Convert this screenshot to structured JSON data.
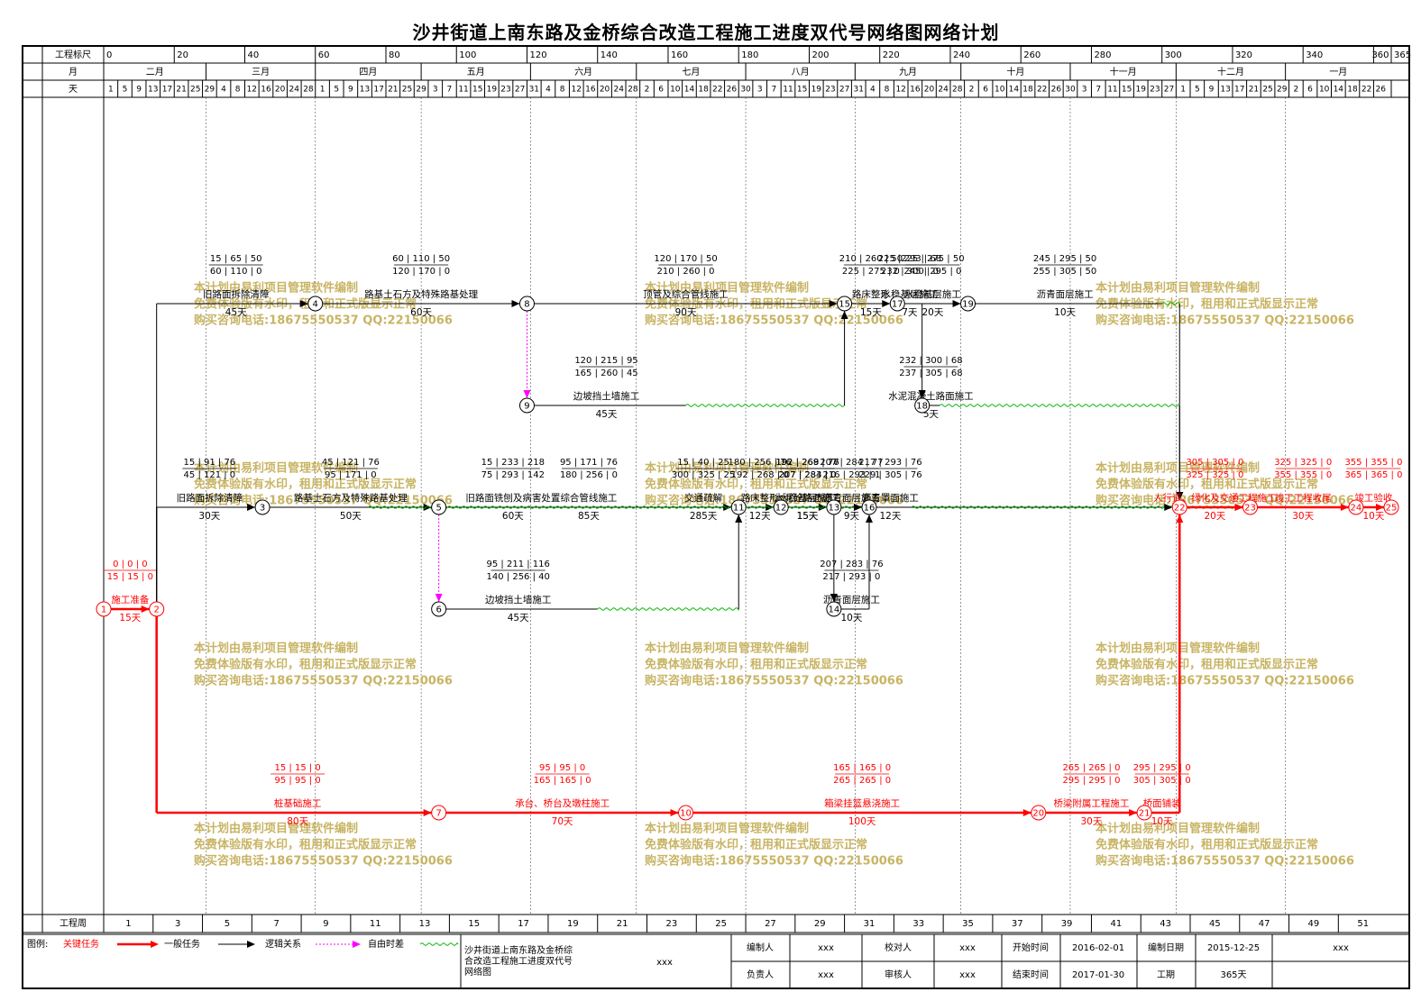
{
  "title": "沙井街道上南东路及金桥综合改造工程施工进度双代号网络图网络计划",
  "scale": {
    "label": "工程标尺",
    "ticks": [
      0,
      20,
      40,
      60,
      80,
      100,
      120,
      140,
      160,
      180,
      200,
      220,
      240,
      260,
      280,
      300,
      320,
      340,
      360,
      365
    ],
    "tick_labels": [
      "0",
      "20",
      "40",
      "60",
      "80",
      "100",
      "120",
      "140",
      "160",
      "180",
      "200",
      "220",
      "240",
      "260",
      "280",
      "300",
      "320",
      "340",
      "360",
      "365"
    ]
  },
  "month_row": {
    "label": "月",
    "months": [
      {
        "name": "二月",
        "start": 0,
        "days": 29
      },
      {
        "name": "三月",
        "start": 29,
        "days": 31
      },
      {
        "name": "四月",
        "start": 60,
        "days": 30
      },
      {
        "name": "五月",
        "start": 90,
        "days": 31
      },
      {
        "name": "六月",
        "start": 121,
        "days": 30
      },
      {
        "name": "七月",
        "start": 151,
        "days": 31
      },
      {
        "name": "八月",
        "start": 182,
        "days": 31
      },
      {
        "name": "九月",
        "start": 213,
        "days": 30
      },
      {
        "name": "十月",
        "start": 243,
        "days": 31
      },
      {
        "name": "十一月",
        "start": 274,
        "days": 30
      },
      {
        "name": "十二月",
        "start": 304,
        "days": 31
      },
      {
        "name": "一月",
        "start": 335,
        "days": 30
      }
    ]
  },
  "day_row": {
    "label": "天",
    "days": [
      {
        "d": "1",
        "t": 0
      },
      {
        "d": "5",
        "t": 4
      },
      {
        "d": "9",
        "t": 8
      },
      {
        "d": "13",
        "t": 12
      },
      {
        "d": "17",
        "t": 16
      },
      {
        "d": "21",
        "t": 20
      },
      {
        "d": "25",
        "t": 24
      },
      {
        "d": "29",
        "t": 28
      },
      {
        "d": "4",
        "t": 32
      },
      {
        "d": "8",
        "t": 36
      },
      {
        "d": "12",
        "t": 40
      },
      {
        "d": "16",
        "t": 44
      },
      {
        "d": "20",
        "t": 48
      },
      {
        "d": "24",
        "t": 52
      },
      {
        "d": "28",
        "t": 56
      },
      {
        "d": "1",
        "t": 60
      },
      {
        "d": "5",
        "t": 64
      },
      {
        "d": "9",
        "t": 68
      },
      {
        "d": "13",
        "t": 72
      },
      {
        "d": "17",
        "t": 76
      },
      {
        "d": "21",
        "t": 80
      },
      {
        "d": "25",
        "t": 84
      },
      {
        "d": "29",
        "t": 88
      },
      {
        "d": "3",
        "t": 92
      },
      {
        "d": "7",
        "t": 96
      },
      {
        "d": "11",
        "t": 100
      },
      {
        "d": "15",
        "t": 104
      },
      {
        "d": "19",
        "t": 108
      },
      {
        "d": "23",
        "t": 112
      },
      {
        "d": "27",
        "t": 116
      },
      {
        "d": "31",
        "t": 120
      },
      {
        "d": "4",
        "t": 124
      },
      {
        "d": "8",
        "t": 128
      },
      {
        "d": "12",
        "t": 132
      },
      {
        "d": "16",
        "t": 136
      },
      {
        "d": "20",
        "t": 140
      },
      {
        "d": "24",
        "t": 144
      },
      {
        "d": "28",
        "t": 148
      },
      {
        "d": "2",
        "t": 152
      },
      {
        "d": "6",
        "t": 156
      },
      {
        "d": "10",
        "t": 160
      },
      {
        "d": "14",
        "t": 164
      },
      {
        "d": "18",
        "t": 168
      },
      {
        "d": "22",
        "t": 172
      },
      {
        "d": "26",
        "t": 176
      },
      {
        "d": "30",
        "t": 180
      },
      {
        "d": "3",
        "t": 184
      },
      {
        "d": "7",
        "t": 188
      },
      {
        "d": "11",
        "t": 192
      },
      {
        "d": "15",
        "t": 196
      },
      {
        "d": "19",
        "t": 200
      },
      {
        "d": "23",
        "t": 204
      },
      {
        "d": "27",
        "t": 208
      },
      {
        "d": "31",
        "t": 212
      },
      {
        "d": "4",
        "t": 216
      },
      {
        "d": "8",
        "t": 220
      },
      {
        "d": "12",
        "t": 224
      },
      {
        "d": "16",
        "t": 228
      },
      {
        "d": "20",
        "t": 232
      },
      {
        "d": "24",
        "t": 236
      },
      {
        "d": "28",
        "t": 240
      },
      {
        "d": "2",
        "t": 244
      },
      {
        "d": "6",
        "t": 248
      },
      {
        "d": "10",
        "t": 252
      },
      {
        "d": "14",
        "t": 256
      },
      {
        "d": "18",
        "t": 260
      },
      {
        "d": "22",
        "t": 264
      },
      {
        "d": "26",
        "t": 268
      },
      {
        "d": "30",
        "t": 272
      },
      {
        "d": "3",
        "t": 276
      },
      {
        "d": "7",
        "t": 280
      },
      {
        "d": "11",
        "t": 284
      },
      {
        "d": "15",
        "t": 288
      },
      {
        "d": "19",
        "t": 292
      },
      {
        "d": "23",
        "t": 296
      },
      {
        "d": "27",
        "t": 300
      },
      {
        "d": "1",
        "t": 304
      },
      {
        "d": "5",
        "t": 308
      },
      {
        "d": "9",
        "t": 312
      },
      {
        "d": "13",
        "t": 316
      },
      {
        "d": "17",
        "t": 320
      },
      {
        "d": "21",
        "t": 324
      },
      {
        "d": "25",
        "t": 328
      },
      {
        "d": "29",
        "t": 332
      },
      {
        "d": "2",
        "t": 336
      },
      {
        "d": "6",
        "t": 340
      },
      {
        "d": "10",
        "t": 344
      },
      {
        "d": "14",
        "t": 348
      },
      {
        "d": "18",
        "t": 352
      },
      {
        "d": "22",
        "t": 356
      },
      {
        "d": "26",
        "t": 360
      }
    ]
  },
  "week_row": {
    "label": "工程周",
    "weeks": [
      "1",
      "3",
      "5",
      "7",
      "9",
      "11",
      "13",
      "15",
      "17",
      "19",
      "21",
      "23",
      "25",
      "27",
      "29",
      "31",
      "33",
      "35",
      "37",
      "39",
      "41",
      "43",
      "45",
      "47",
      "49",
      "51"
    ]
  },
  "nodes": [
    {
      "id": "1",
      "t": 0,
      "row": "r9",
      "crit": true
    },
    {
      "id": "2",
      "t": 15,
      "row": "r9",
      "crit": true
    },
    {
      "id": "3",
      "t": 45,
      "row": "r6"
    },
    {
      "id": "4",
      "t": 60,
      "row": "r2"
    },
    {
      "id": "5",
      "t": 95,
      "row": "r6"
    },
    {
      "id": "6",
      "t": 95,
      "row": "r8"
    },
    {
      "id": "7",
      "t": 95,
      "row": "r12",
      "crit": true
    },
    {
      "id": "8",
      "t": 120,
      "row": "r2"
    },
    {
      "id": "9",
      "t": 120,
      "row": "r4"
    },
    {
      "id": "10",
      "t": 165,
      "row": "r12",
      "crit": true
    },
    {
      "id": "11",
      "t": 180,
      "row": "r6"
    },
    {
      "id": "12",
      "t": 192,
      "row": "r6"
    },
    {
      "id": "13",
      "t": 207,
      "row": "r6"
    },
    {
      "id": "14",
      "t": 207,
      "row": "r8"
    },
    {
      "id": "15",
      "t": 210,
      "row": "r2"
    },
    {
      "id": "16",
      "t": 217,
      "row": "r6"
    },
    {
      "id": "17",
      "t": 225,
      "row": "r2"
    },
    {
      "id": "18",
      "t": 232,
      "row": "r4"
    },
    {
      "id": "19",
      "t": 245,
      "row": "r2"
    },
    {
      "id": "20",
      "t": 265,
      "row": "r12",
      "crit": true
    },
    {
      "id": "21",
      "t": 295,
      "row": "r12",
      "crit": true
    },
    {
      "id": "22",
      "t": 305,
      "row": "r6",
      "crit": true
    },
    {
      "id": "23",
      "t": 325,
      "row": "r6",
      "crit": true
    },
    {
      "id": "24",
      "t": 355,
      "row": "r6",
      "crit": true
    },
    {
      "id": "25",
      "t": 365,
      "row": "r6",
      "crit": true
    }
  ],
  "tasks": [
    {
      "name": "施工准备",
      "dur": "15天",
      "from": "1",
      "to": "2",
      "crit": true,
      "tl": "0 | 0 | 0",
      "bl": "15 | 15 | 0"
    },
    {
      "name": "旧路面拆除清障",
      "dur": "45天",
      "from": "2",
      "to": "4",
      "tl": "15 | 65 | 50",
      "bl": "60 | 110 | 0"
    },
    {
      "name": "路基土石方及特殊路基处理",
      "dur": "60天",
      "from": "4",
      "to": "8",
      "tl": "60 | 110 | 50",
      "bl": "120 | 170 | 0"
    },
    {
      "name": "顶管及综合管线施工",
      "dur": "90天",
      "from": "8",
      "to": "15",
      "tl": "120 | 170 | 50",
      "bl": "210 | 260 | 0"
    },
    {
      "name": "路床整形",
      "dur": "15天",
      "from": "15",
      "to": "17",
      "tl": "210 | 260 | 50",
      "bl": "225 | 275 | 0"
    },
    {
      "name": "水稳基层施工",
      "dur": "20天",
      "from": "17",
      "to": "19",
      "tl": "225 | 275 | 50",
      "bl": "245 | 295 | 0"
    },
    {
      "name": "沥青面层施工",
      "dur": "10天",
      "from": "19",
      "to": "22",
      "free_to": 300,
      "tl": "245 | 295 | 50",
      "bl": "255 | 305 | 50"
    },
    {
      "name": "交通疏解",
      "dur": "285天",
      "from": "2",
      "to": "23",
      "free_to": 300,
      "tl": "15 | 40 | 25",
      "bl": "300 | 325 | 25"
    },
    {
      "name": "边坡挡土墙施工",
      "dur": "45天",
      "from": "9",
      "to": "15",
      "free_to": 165,
      "tl": "120 | 215 | 95",
      "bl": "165 | 260 | 45"
    },
    {
      "name": "水稳基层施工",
      "dur": "7天",
      "from": "17",
      "to": "18",
      "tl": "225 | 293 | 68",
      "bl": "232 | 300 | 0"
    },
    {
      "name": "水泥混凝土路面施工",
      "dur": "5天",
      "from": "18",
      "to": "22",
      "free_to": 237,
      "tl": "232 | 300 | 68",
      "bl": "237 | 305 | 68"
    },
    {
      "name": "旧路面拆除清障",
      "dur": "30天",
      "from": "2",
      "to": "3",
      "tl": "15 | 91 | 76",
      "bl": "45 | 121 | 0"
    },
    {
      "name": "路基土石方及特殊路基处理",
      "dur": "50天",
      "from": "3",
      "to": "5",
      "tl": "45 | 121 | 76",
      "bl": "95 | 171 | 0"
    },
    {
      "name": "综合管线施工",
      "dur": "85天",
      "from": "5",
      "to": "11",
      "tl": "95 | 171 | 76",
      "bl": "180 | 256 | 0"
    },
    {
      "name": "路床整形",
      "dur": "12天",
      "from": "11",
      "to": "12",
      "tl": "180 | 256 | 76",
      "bl": "192 | 268 | 0"
    },
    {
      "name": "水稳基层施工",
      "dur": "15天",
      "from": "12",
      "to": "13",
      "tl": "192 | 269 | 77",
      "bl": "207 | 284 | 0"
    },
    {
      "name": "沥青面层施工",
      "dur": "9天",
      "from": "13",
      "to": "16",
      "tl": "207 | 284 | 77",
      "bl": "216 | 293 | 1"
    },
    {
      "name": "沥青罩面施工",
      "dur": "12天",
      "from": "16",
      "to": "22",
      "free_to": 229,
      "tl": "217 | 293 | 76",
      "bl": "229 | 305 | 76"
    },
    {
      "name": "边坡挡土墙施工",
      "dur": "45天",
      "from": "6",
      "to": "11",
      "free_to": 140,
      "tl": "95 | 211 | 116",
      "bl": "140 | 256 | 40"
    },
    {
      "name": "水泥砼路面施工",
      "dur": "15天",
      "from": "12",
      "to": "14",
      "tl": "192 | 268 | 76",
      "bl": "207 | 283 | 0"
    },
    {
      "name": "沥青面层施工",
      "dur": "10天",
      "from": "14",
      "to": "16",
      "tl": "207 | 283 | 76",
      "bl": "217 | 293 | 0"
    },
    {
      "name": "旧路面铣刨及病害处置",
      "dur": "60天",
      "from": "2",
      "to": "16",
      "free_to": 75,
      "tl": "15 | 233 | 218",
      "bl": "75 | 293 | 142"
    },
    {
      "name": "桩基础施工",
      "dur": "80天",
      "from": "2",
      "to": "7",
      "crit": true,
      "tl": "15 | 15 | 0",
      "bl": "95 | 95 | 0"
    },
    {
      "name": "承台、桥台及墩柱施工",
      "dur": "70天",
      "from": "7",
      "to": "10",
      "crit": true,
      "tl": "95 | 95 | 0",
      "bl": "165 | 165 | 0"
    },
    {
      "name": "箱梁挂篮悬浇施工",
      "dur": "100天",
      "from": "10",
      "to": "20",
      "crit": true,
      "tl": "165 | 165 | 0",
      "bl": "265 | 265 | 0"
    },
    {
      "name": "桥梁附属工程施工",
      "dur": "30天",
      "from": "20",
      "to": "21",
      "crit": true,
      "tl": "265 | 265 | 0",
      "bl": "295 | 295 | 0"
    },
    {
      "name": "桥面铺装",
      "dur": "10天",
      "from": "21",
      "to": "22",
      "crit": true,
      "tl": "295 | 295 | 0",
      "bl": "305 | 305 | 0"
    },
    {
      "name": "人行道、绿化及交通工程施工",
      "dur": "20天",
      "from": "22",
      "to": "23",
      "crit": true,
      "tl": "305 | 305 | 0",
      "bl": "325 | 325 | 0"
    },
    {
      "name": "竣工工程收尾",
      "dur": "30天",
      "from": "23",
      "to": "24",
      "crit": true,
      "tl": "325 | 325 | 0",
      "bl": "355 | 355 | 0"
    },
    {
      "name": "竣工验收",
      "dur": "10天",
      "from": "24",
      "to": "25",
      "crit": true,
      "tl": "355 | 355 | 0",
      "bl": "365 | 365 | 0"
    }
  ],
  "dummies": [
    {
      "from": "8",
      "to": "9"
    },
    {
      "from": "5",
      "to": "6"
    }
  ],
  "watermark": {
    "lines": [
      "本计划由易利项目管理软件编制",
      "免费体验版有水印，租用和正式版显示正常",
      "购买咨询电话:18675550537 QQ:22150066"
    ]
  },
  "legend": {
    "label": "图例:",
    "critical": "关键任务",
    "normal": "一般任务",
    "logic": "逻辑关系",
    "free": "自由时差"
  },
  "footer": {
    "project_name": "沙井街道上南东路及金桥综合改造工程施工进度双代号网络图",
    "project_code": "xxx",
    "compiler_label": "编制人",
    "compiler": "xxx",
    "checker_label": "校对人",
    "checker": "xxx",
    "start_label": "开始时间",
    "start": "2016-02-01",
    "date_label": "编制日期",
    "date": "2015-12-25",
    "extra": "xxx",
    "owner_label": "负责人",
    "owner": "xxx",
    "auditor_label": "审核人",
    "auditor": "xxx",
    "end_label": "结束时间",
    "end": "2017-01-30",
    "period_label": "工期",
    "period": "365天"
  },
  "colors": {
    "critical": "#ff0000",
    "normal": "#000000",
    "dummy": "#ff00ff",
    "free": "#00b000",
    "watermark": "#c8b464",
    "grid": "#000000"
  }
}
